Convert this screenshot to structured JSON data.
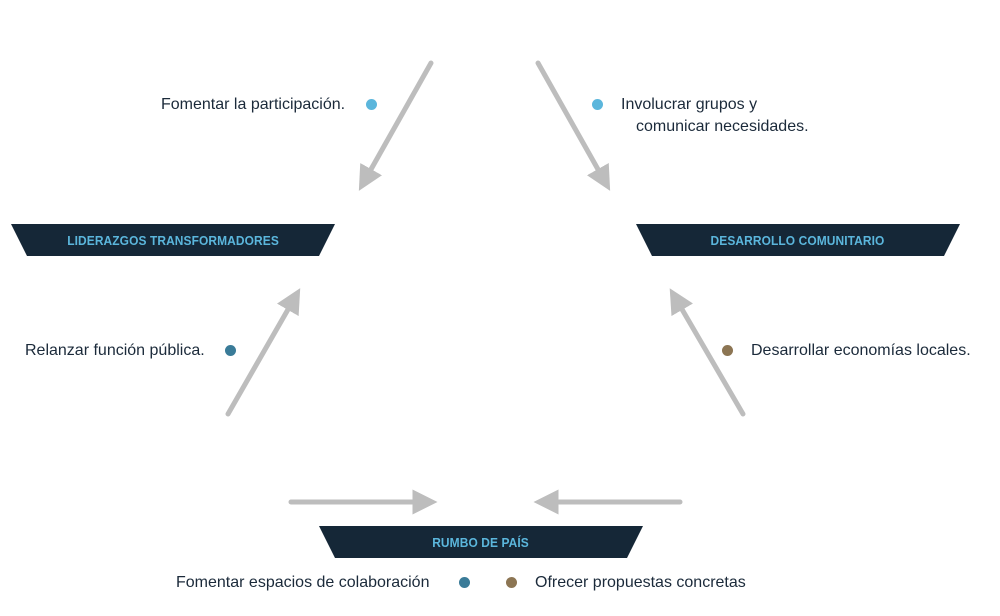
{
  "nodes": {
    "top_left": "LIDERAZGOS TRANSFORMADORES",
    "top_right": "DESARROLLO COMUNITARIO",
    "bottom": "RUMBO DE PAÍS"
  },
  "annotations": {
    "participacion": "Fomentar la participación.",
    "involucrar_line1": "Involucrar grupos y",
    "involucrar_line2": "comunicar necesidades.",
    "funcion_publica": "Relanzar función pública.",
    "economias": "Desarrollar economías locales.",
    "colaboracion": "Fomentar espacios de colaboración",
    "propuestas": "Ofrecer propuestas concretas"
  },
  "colors": {
    "banner_bg": "#152737",
    "banner_text": "#5bb6dc",
    "arrow": "#bdbdbd",
    "dot_light_blue": "#5bb6dc",
    "dot_teal": "#3a7b98",
    "dot_brown": "#8c7553",
    "text": "#1b2a3a"
  }
}
